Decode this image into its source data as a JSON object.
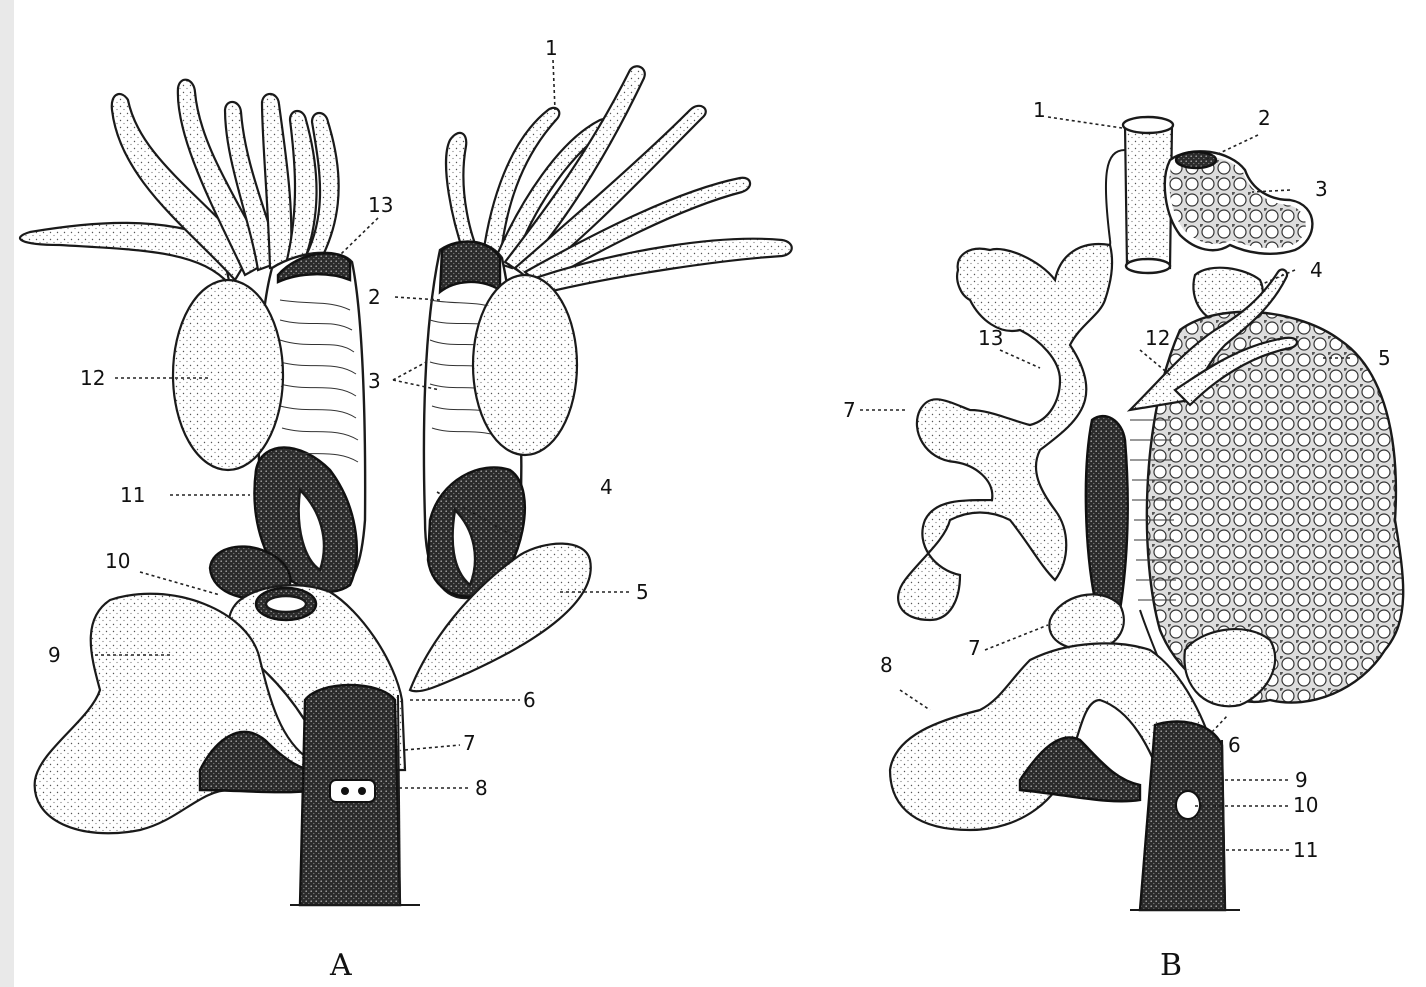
{
  "figure_a": {
    "caption": "A",
    "labels": [
      "1",
      "2",
      "3",
      "4",
      "5",
      "6",
      "7",
      "8",
      "9",
      "10",
      "11",
      "12",
      "13"
    ]
  },
  "figure_b": {
    "caption": "B",
    "labels": [
      "1",
      "2",
      "3",
      "4",
      "5",
      "6",
      "7",
      "7",
      "8",
      "9",
      "10",
      "11",
      "12",
      "13"
    ]
  }
}
